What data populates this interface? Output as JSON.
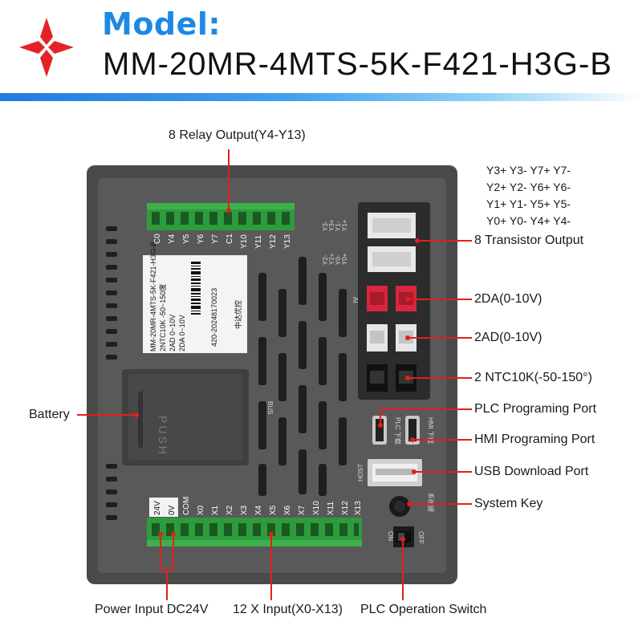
{
  "header": {
    "model_label": "Model:",
    "model_value": "MM-20MR-4MTS-5K-F421-H3G-B"
  },
  "callouts": {
    "relay_output": "8 Relay Output(Y4-Y13)",
    "transistor_output": "8 Transistor Output",
    "da": "2DA(0-10V)",
    "ad": "2AD(0-10V)",
    "ntc": "2 NTC10K(-50-150°)",
    "plc_port": "PLC Programing Port",
    "hmi_port": "HMI Programing Port",
    "usb_port": "USB Download Port",
    "system_key": "System Key",
    "battery": "Battery",
    "power_input": "Power Input DC24V",
    "x_input": "12 X Input(X0-X13)",
    "run_switch": "PLC Operation Switch"
  },
  "transistor_pins": [
    "Y3+ Y3-  Y7+  Y7-",
    "Y2+  Y2-  Y6+  Y6-",
    "Y1+  Y1-  Y5+  Y5-",
    "Y0+  Y0-  Y4+  Y4-"
  ],
  "device": {
    "top_terminals": [
      "C0",
      "Y4",
      "Y5",
      "Y6",
      "Y7",
      "C1",
      "Y10",
      "Y11",
      "Y12",
      "Y13"
    ],
    "bottom_terminals": [
      "24V",
      "0V",
      "COM",
      "X0",
      "X1",
      "X2",
      "X3",
      "X4",
      "X5",
      "X6",
      "X7",
      "X10",
      "X11",
      "X12",
      "X13"
    ],
    "sticker_lines": [
      "MM-20MR-4MTS-5K-F421-H3G-B",
      "2NTC10K  -50~150度",
      "2AD      0~10V",
      "2DA      0~10V"
    ],
    "serial": "420-20248170023",
    "brand": "中达优控",
    "battery_text": "PUSH",
    "connector_pins_1": [
      "Y3-",
      "Y3+",
      "Y1-",
      "Y1+"
    ],
    "connector_pins_2": [
      "Y2-",
      "Y2+",
      "Y0-",
      "Y0+"
    ],
    "host_label": "HOST",
    "plc_port_label": "PLC 下载",
    "hmi_port_label": "HMI 下载",
    "key_label": "系统键",
    "on_label": "ON",
    "off_label": "OFF",
    "side_mark_1": "AI",
    "side_mark_2": "BUS"
  }
}
